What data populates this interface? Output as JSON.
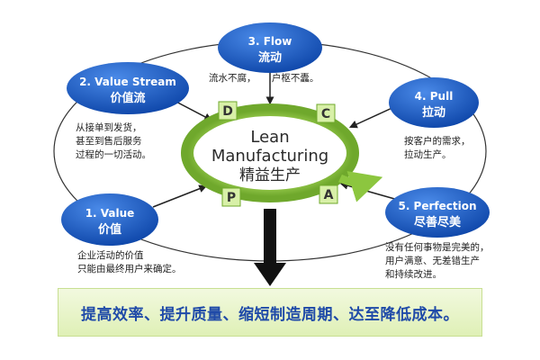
{
  "center": {
    "line1": "Lean",
    "line2": "Manufacturing",
    "line3": "精益生产"
  },
  "pdca": {
    "p": "P",
    "d": "D",
    "c": "C",
    "a": "A"
  },
  "nodes": {
    "flow": {
      "en": "3. Flow",
      "cn": "流动"
    },
    "value_stream": {
      "en": "2. Value Stream",
      "cn": "价值流"
    },
    "pull": {
      "en": "4. Pull",
      "cn": "拉动"
    },
    "value": {
      "en": "1. Value",
      "cn": "价值"
    },
    "perfection": {
      "en": "5. Perfection",
      "cn": "尽善尽美"
    }
  },
  "descriptions": {
    "flow": [
      "流水不腐，",
      "户枢不蠹。"
    ],
    "value_stream": [
      "从接单到发货，",
      "甚至到售后服务",
      "过程的一切活动。"
    ],
    "pull": [
      "按客户的需求，",
      "拉动生产。"
    ],
    "value": [
      "企业活动的价值",
      "只能由最终用户来确定。"
    ],
    "perfection": [
      "没有任何事物是完美的，",
      "用户满意、无差错生产",
      "和持续改进。"
    ]
  },
  "banner": {
    "text": "提高效率、提升质量、缩短制造周期、达至降低成本。"
  },
  "colors": {
    "node_fill": "#1a5ec9",
    "ring_green": "#8cc63f",
    "pdca_fill": "#d8f0a8",
    "banner_text": "#1f4aa8"
  }
}
